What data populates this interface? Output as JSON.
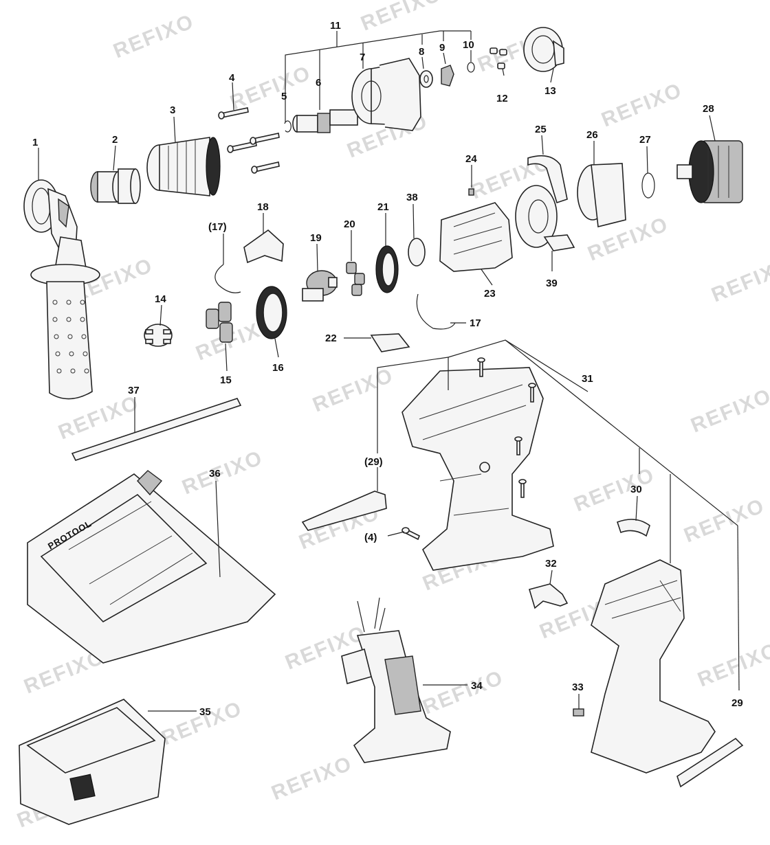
{
  "watermark": "REFIXO",
  "brand_logo_text": "PROTOOL",
  "part_labels": [
    "1",
    "2",
    "3",
    "4",
    "5",
    "6",
    "7",
    "8",
    "9",
    "10",
    "11",
    "12",
    "13",
    "14",
    "15",
    "16",
    "(17)",
    "17",
    "18",
    "19",
    "20",
    "21",
    "22",
    "23",
    "24",
    "25",
    "26",
    "27",
    "28",
    "(29)",
    "29",
    "30",
    "31",
    "32",
    "33",
    "34",
    "35",
    "36",
    "37",
    "38",
    "39",
    "(4)"
  ]
}
